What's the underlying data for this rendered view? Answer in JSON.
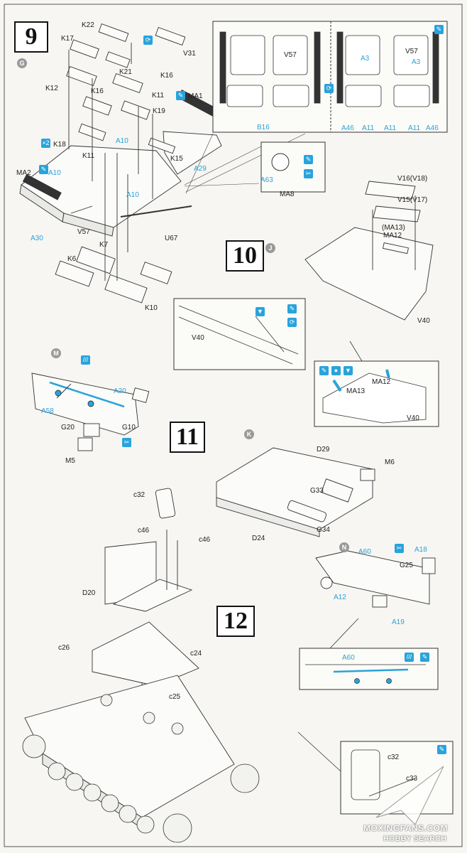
{
  "steps": {
    "s9": "9",
    "s10": "10",
    "s11": "11",
    "s12": "12"
  },
  "circles": {
    "g": "G",
    "j": "J",
    "m": "M",
    "k": "K",
    "n": "N"
  },
  "step9": {
    "k22": "K22",
    "k17": "K17",
    "v31": "V31",
    "k21": "K21",
    "k12": "K12",
    "k16a": "K16",
    "k16b": "K16",
    "k11a": "K11",
    "ma1": "MA1",
    "k19": "K19",
    "k18": "K18",
    "k11b": "K11",
    "a10a": "A10",
    "k15": "K15",
    "a29": "A29",
    "ma2": "MA2",
    "a10b": "A10",
    "a10c": "A10",
    "v57": "V57",
    "a30": "A30",
    "u67": "U67",
    "k7": "K7",
    "k6": "K6",
    "k10": "K10",
    "a63": "A63",
    "ma8": "MA8"
  },
  "step9_callout": {
    "v57a": "V57",
    "v57b": "V57",
    "a3a": "A3",
    "a3b": "A3",
    "b16": "B16",
    "a46a": "A46",
    "a11a": "A11",
    "a11b": "A11",
    "a11c": "A11",
    "a46b": "A46"
  },
  "step10": {
    "v16": "V16(V18)",
    "v15": "V15(V17)",
    "ma13": "(MA13)",
    "ma12": "MA12",
    "v40a": "V40",
    "v40b": "V40",
    "ma12b": "MA12",
    "ma13b": "MA13",
    "v40c": "V40"
  },
  "step11": {
    "a20": "A20",
    "a58": "A58",
    "g20": "G20",
    "g10": "G10",
    "m5": "M5",
    "d29": "D29",
    "m6": "M6",
    "g33": "G33",
    "d24": "D24",
    "g34": "G34"
  },
  "step12": {
    "c32": "c32",
    "c46a": "c46",
    "c46b": "c46",
    "d20": "D20",
    "c26": "c26",
    "c24": "c24",
    "c25": "c25",
    "a60": "A60",
    "a18": "A18",
    "g25": "G25",
    "a12": "A12",
    "a19": "A19",
    "a60b": "A60",
    "c32b": "c32",
    "c33": "c33"
  },
  "watermark": {
    "line1": "MOXINGFANS.COM",
    "line2": "HOBBY SEARCH"
  }
}
